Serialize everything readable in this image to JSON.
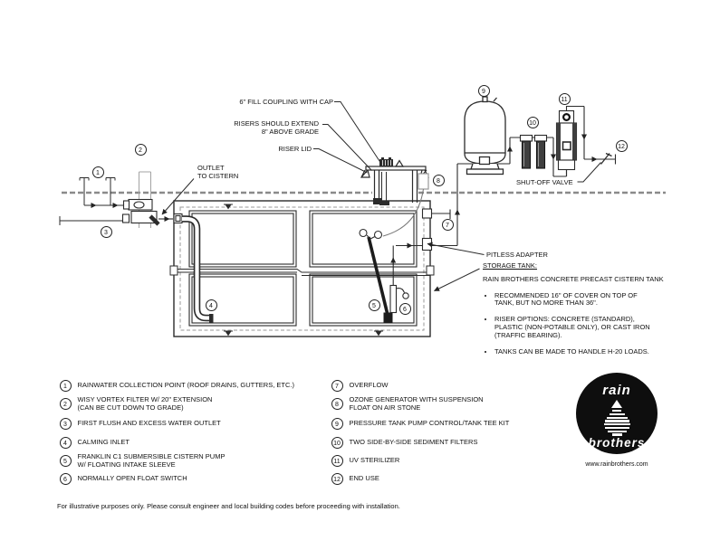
{
  "colors": {
    "line": "#2b2b2b",
    "grade_dash": "#8a8a8a",
    "logo_bg": "#0e0e0e",
    "text": "#111111"
  },
  "diagram": {
    "labels": {
      "fill_coupling": "6\" FILL COUPLING WITH CAP",
      "risers_line1": "RISERS SHOULD EXTEND",
      "risers_line2": "8\" ABOVE GRADE",
      "riser_lid": "RISER LID",
      "outlet_line1": "OUTLET",
      "outlet_line2": "TO CISTERN",
      "shut_off_valve": "SHUT-OFF VALVE",
      "pitless_adapter": "PITLESS ADAPTER"
    },
    "callouts": [
      {
        "n": "1"
      },
      {
        "n": "2"
      },
      {
        "n": "3"
      },
      {
        "n": "4"
      },
      {
        "n": "5"
      },
      {
        "n": "6"
      },
      {
        "n": "7"
      },
      {
        "n": "8"
      },
      {
        "n": "9"
      },
      {
        "n": "10"
      },
      {
        "n": "11"
      },
      {
        "n": "12"
      }
    ]
  },
  "notes": {
    "heading": "STORAGE TANK:",
    "tank_name": "RAIN BROTHERS CONCRETE PRECAST CISTERN TANK",
    "bullets": [
      "RECOMMENDED 16\" OF COVER ON TOP OF TANK, BUT NO MORE THAN 36\".",
      "RISER OPTIONS: CONCRETE (STANDARD), PLASTIC (NON-POTABLE ONLY), OR CAST IRON (TRAFFIC BEARING).",
      "TANKS CAN BE MADE TO HANDLE H-20 LOADS."
    ]
  },
  "legend": {
    "items": [
      {
        "n": "1",
        "lines": [
          "RAINWATER COLLECTION POINT (ROOF DRAINS, GUTTERS, ETC.)"
        ]
      },
      {
        "n": "2",
        "lines": [
          "WISY VORTEX FILTER W/ 20\" EXTENSION",
          "(CAN BE CUT DOWN TO GRADE)"
        ]
      },
      {
        "n": "3",
        "lines": [
          "FIRST FLUSH AND EXCESS WATER OUTLET"
        ]
      },
      {
        "n": "4",
        "lines": [
          "CALMING INLET"
        ]
      },
      {
        "n": "5",
        "lines": [
          "FRANKLIN C1 SUBMERSIBLE CISTERN PUMP",
          "W/ FLOATING INTAKE SLEEVE"
        ]
      },
      {
        "n": "6",
        "lines": [
          "NORMALLY OPEN FLOAT SWITCH"
        ]
      },
      {
        "n": "7",
        "lines": [
          "OVERFLOW"
        ]
      },
      {
        "n": "8",
        "lines": [
          "OZONE GENERATOR WITH SUSPENSION",
          "FLOAT ON AIR STONE"
        ]
      },
      {
        "n": "9",
        "lines": [
          "PRESSURE TANK PUMP CONTROL/TANK TEE KIT"
        ]
      },
      {
        "n": "10",
        "lines": [
          "TWO SIDE-BY-SIDE SEDIMENT FILTERS"
        ]
      },
      {
        "n": "11",
        "lines": [
          "UV STERILIZER"
        ]
      },
      {
        "n": "12",
        "lines": [
          "END USE"
        ]
      }
    ]
  },
  "logo": {
    "line1": "rain",
    "line2": "brothers",
    "website": "www.rainbrothers.com"
  },
  "page": {
    "footer": "For illustrative purposes only. Please consult engineer and local building codes before proceeding with installation."
  }
}
